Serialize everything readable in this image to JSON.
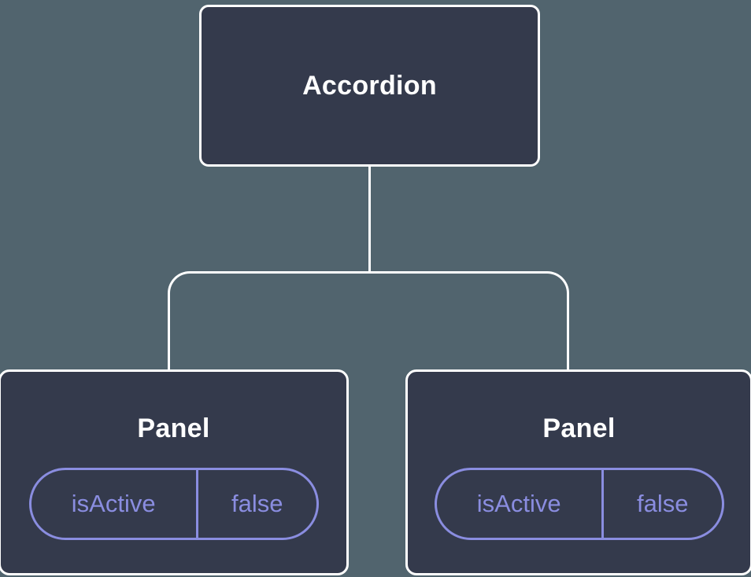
{
  "diagram": {
    "colors": {
      "bg": "#51646e",
      "node-fill": "#343a4c",
      "node-border": "#ffffff",
      "line": "#ffffff",
      "accent": "#8a8de0"
    },
    "root": {
      "label": "Accordion"
    },
    "children": [
      {
        "label": "Panel",
        "prop": {
          "name": "isActive",
          "value": "false"
        }
      },
      {
        "label": "Panel",
        "prop": {
          "name": "isActive",
          "value": "false"
        }
      }
    ]
  }
}
